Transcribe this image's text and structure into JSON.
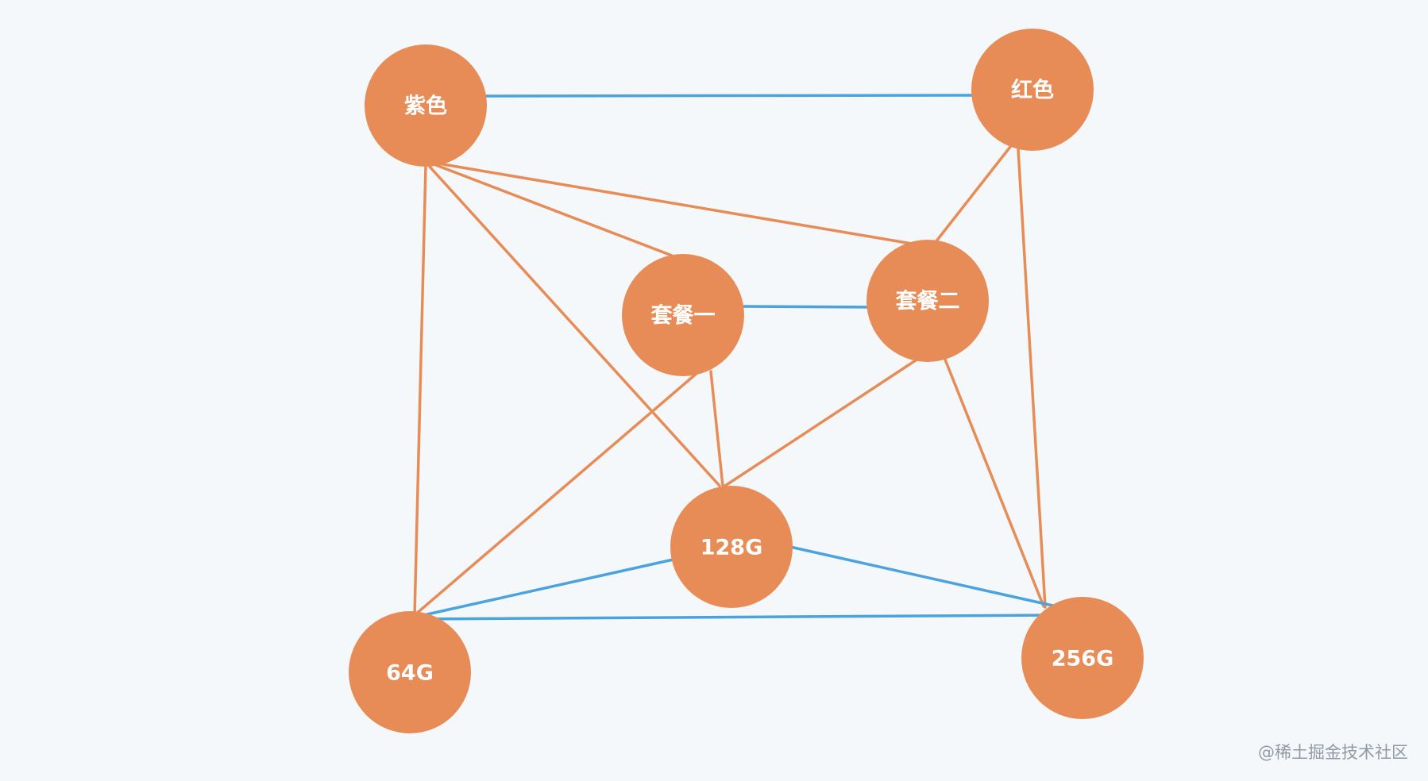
{
  "diagram": {
    "nodes": [
      {
        "id": "purple",
        "label": "紫色"
      },
      {
        "id": "red",
        "label": "红色"
      },
      {
        "id": "plan1",
        "label": "套餐一"
      },
      {
        "id": "plan2",
        "label": "套餐二"
      },
      {
        "id": "g128",
        "label": "128G"
      },
      {
        "id": "g64",
        "label": "64G"
      },
      {
        "id": "g256",
        "label": "256G"
      }
    ],
    "edges": [
      {
        "from": "purple",
        "to": "red",
        "kind": "blue"
      },
      {
        "from": "plan1",
        "to": "plan2",
        "kind": "blue"
      },
      {
        "from": "g128",
        "to": "g64",
        "kind": "blue"
      },
      {
        "from": "g128",
        "to": "g256",
        "kind": "blue"
      },
      {
        "from": "g64",
        "to": "g256",
        "kind": "blue"
      },
      {
        "from": "purple",
        "to": "plan1",
        "kind": "orange"
      },
      {
        "from": "purple",
        "to": "plan2",
        "kind": "orange"
      },
      {
        "from": "purple",
        "to": "g128",
        "kind": "orange"
      },
      {
        "from": "purple",
        "to": "g64",
        "kind": "orange"
      },
      {
        "from": "red",
        "to": "plan2",
        "kind": "orange"
      },
      {
        "from": "red",
        "to": "g256",
        "kind": "orange"
      },
      {
        "from": "plan1",
        "to": "g128",
        "kind": "orange"
      },
      {
        "from": "plan1",
        "to": "g64",
        "kind": "orange"
      },
      {
        "from": "plan2",
        "to": "g128",
        "kind": "orange"
      },
      {
        "from": "plan2",
        "to": "g256",
        "kind": "orange"
      }
    ],
    "colors": {
      "node": "#e88c57",
      "edge_orange": "#e88c57",
      "edge_blue": "#4aa3df",
      "background": "#f5f8fa"
    }
  },
  "watermark": "@稀土掘金技术社区"
}
